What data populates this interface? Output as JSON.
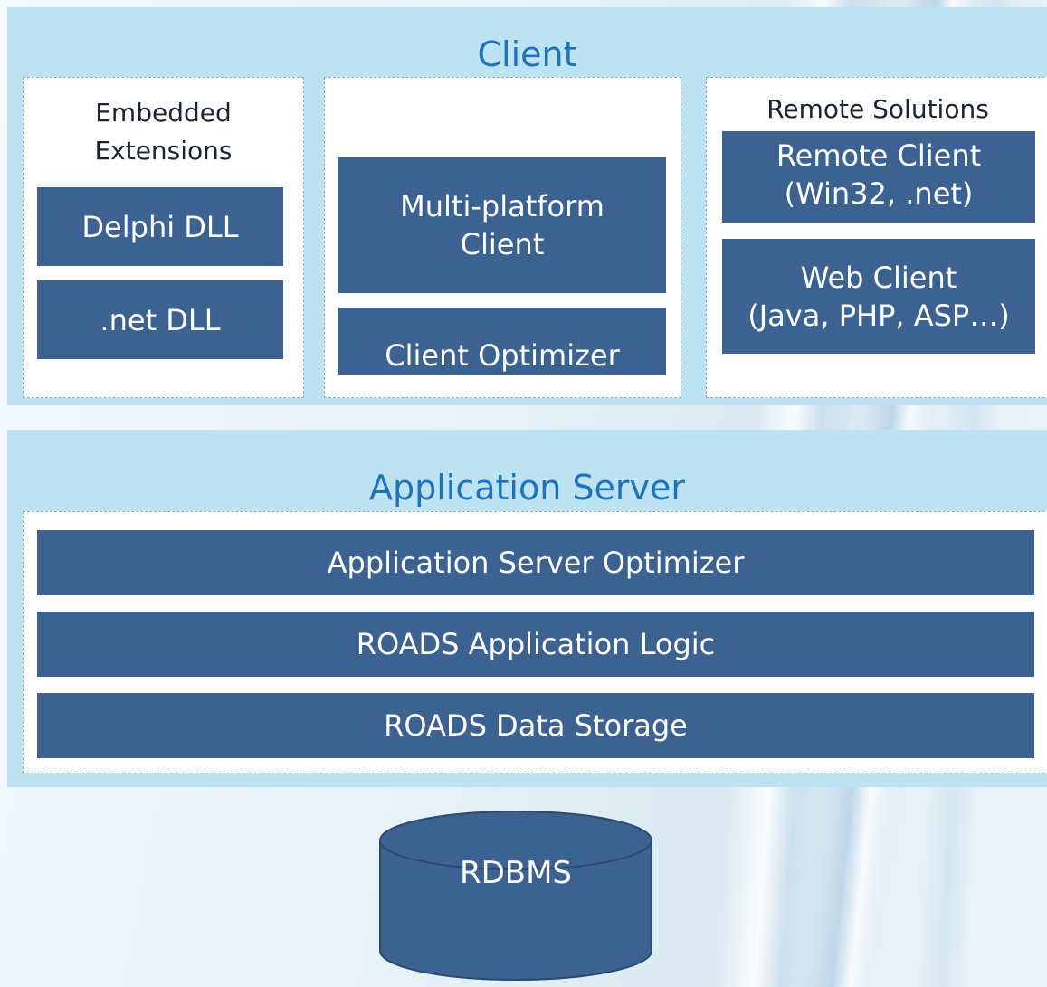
{
  "client": {
    "title": "Client",
    "embedded": {
      "label_line1": "Embedded",
      "label_line2": "Extensions",
      "delphi": "Delphi DLL",
      "dotnet": ".net DLL"
    },
    "center": {
      "multi_line1": "Multi-platform",
      "multi_line2": "Client",
      "optimizer": "Client Optimizer"
    },
    "remote": {
      "label": "Remote Solutions",
      "remote_line1": "Remote Client",
      "remote_line2": "(Win32, .net)",
      "web_line1": "Web Client",
      "web_line2": "(Java, PHP, ASP…)"
    }
  },
  "server": {
    "title": "Application Server",
    "optimizer": "Application Server Optimizer",
    "logic": "ROADS Application Logic",
    "storage": "ROADS Data Storage"
  },
  "database": {
    "label": "RDBMS"
  },
  "colors": {
    "panel": "#bde3f2",
    "block": "#3b6291",
    "title": "#1e73be"
  }
}
